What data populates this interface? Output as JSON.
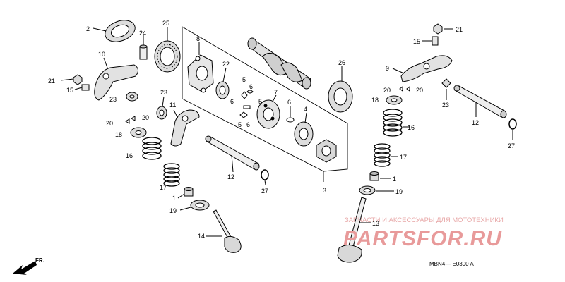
{
  "diagram": {
    "callouts": [
      {
        "id": "c2",
        "text": "2"
      },
      {
        "id": "c24",
        "text": "24"
      },
      {
        "id": "c25",
        "text": "25"
      },
      {
        "id": "c8",
        "text": "8"
      },
      {
        "id": "c22",
        "text": "22"
      },
      {
        "id": "c26",
        "text": "26"
      },
      {
        "id": "c10",
        "text": "10"
      },
      {
        "id": "c21a",
        "text": "21"
      },
      {
        "id": "c15a",
        "text": "15"
      },
      {
        "id": "c23a",
        "text": "23"
      },
      {
        "id": "c23b",
        "text": "23"
      },
      {
        "id": "c11",
        "text": "11"
      },
      {
        "id": "c20a",
        "text": "20"
      },
      {
        "id": "c20b",
        "text": "20"
      },
      {
        "id": "c18a",
        "text": "18"
      },
      {
        "id": "c16a",
        "text": "16"
      },
      {
        "id": "c17a",
        "text": "17"
      },
      {
        "id": "c1a",
        "text": "1"
      },
      {
        "id": "c19a",
        "text": "19"
      },
      {
        "id": "c14",
        "text": "14"
      },
      {
        "id": "c12a",
        "text": "12"
      },
      {
        "id": "c27a",
        "text": "27"
      },
      {
        "id": "c5a",
        "text": "5"
      },
      {
        "id": "c6a",
        "text": "6"
      },
      {
        "id": "c6b",
        "text": "6"
      },
      {
        "id": "c5b",
        "text": "5"
      },
      {
        "id": "c5c",
        "text": "5"
      },
      {
        "id": "c6c",
        "text": "6"
      },
      {
        "id": "c7",
        "text": "7"
      },
      {
        "id": "c6d",
        "text": "6"
      },
      {
        "id": "c4",
        "text": "4"
      },
      {
        "id": "c3",
        "text": "3"
      },
      {
        "id": "c21b",
        "text": "21"
      },
      {
        "id": "c15b",
        "text": "15"
      },
      {
        "id": "c9",
        "text": "9"
      },
      {
        "id": "c20c",
        "text": "20"
      },
      {
        "id": "c20d",
        "text": "20"
      },
      {
        "id": "c18b",
        "text": "18"
      },
      {
        "id": "c23c",
        "text": "23"
      },
      {
        "id": "c12b",
        "text": "12"
      },
      {
        "id": "c16b",
        "text": "16"
      },
      {
        "id": "c17b",
        "text": "17"
      },
      {
        "id": "c1b",
        "text": "1"
      },
      {
        "id": "c19b",
        "text": "19"
      },
      {
        "id": "c13",
        "text": "13"
      },
      {
        "id": "c27b",
        "text": "27"
      }
    ],
    "front_label": "FR.",
    "drawing_code": "MBN4— E0300 A"
  },
  "watermark": {
    "tagline": "ЗАПЧАСТИ И АКСЕССУАРЫ ДЛЯ МОТОТЕХНИКИ",
    "brand": "PARTSFOR.RU",
    "color": "#e89a9a"
  }
}
